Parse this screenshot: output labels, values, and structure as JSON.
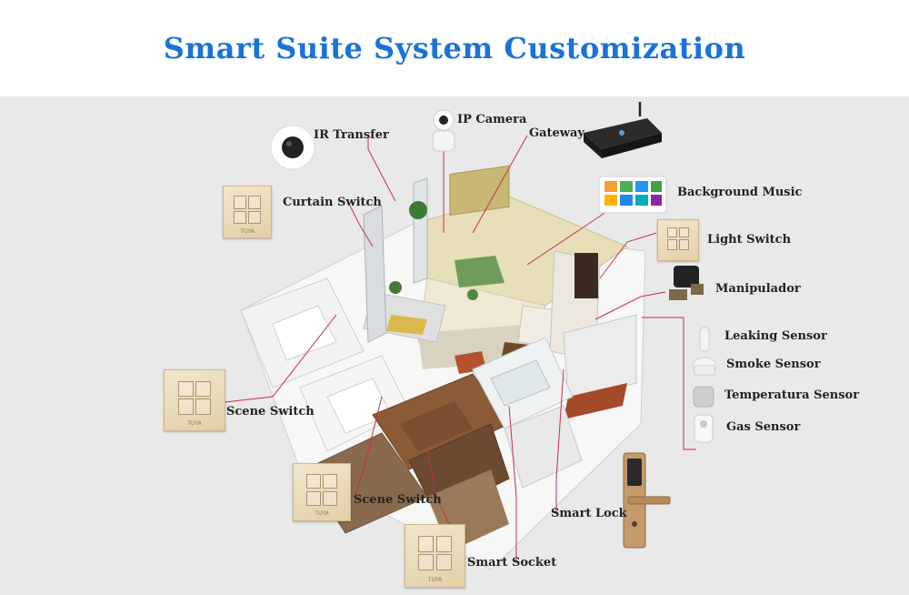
{
  "header": {
    "title": "Smart Suite System Customization"
  },
  "devices": {
    "ir_transfer": "IR Transfer",
    "ip_camera": "IP Camera",
    "gateway": "Gateway",
    "curtain_switch": "Curtain Switch",
    "background_music": "Background Music",
    "light_switch": "Light Switch",
    "manipulador": "Manipulador",
    "leaking_sensor": "Leaking Sensor",
    "smoke_sensor": "Smoke Sensor",
    "temperature_sensor": "Temperatura Sensor",
    "gas_sensor": "Gas Sensor",
    "scene_switch_1": "Scene Switch",
    "scene_switch_2": "Scene Switch",
    "smart_lock": "Smart Lock",
    "smart_socket": "Smart Socket"
  },
  "colors": {
    "title": "#1a73d6",
    "leader_line": "#c22f4f",
    "background": "#e9e9e9"
  }
}
